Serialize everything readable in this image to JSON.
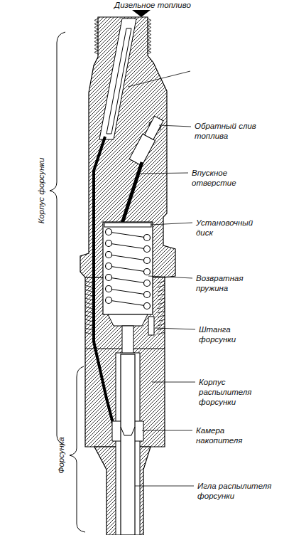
{
  "diagram": {
    "labels": [
      "Дизельное топливо",
      "Корпус форсунки",
      "Форсунка",
      "Обратный слив топлива",
      "Впускное отверстие",
      "Установочный диск",
      "Возвратная пружина",
      "Штанга форсунки",
      "Корпус распылителя форсунки",
      "Камера накопителя",
      "Игла распылителя форсунки"
    ]
  }
}
